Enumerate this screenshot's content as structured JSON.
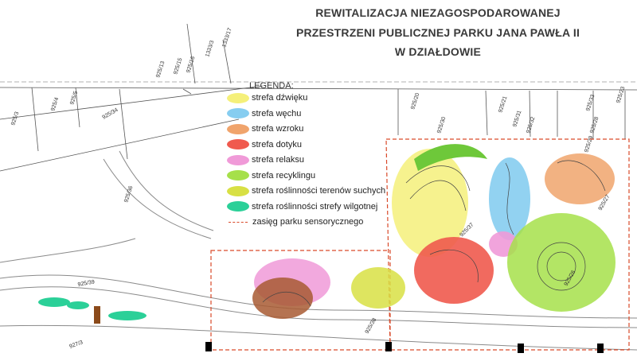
{
  "title": {
    "line1": "REWITALIZACJA NIEZAGOSPODAROWANEJ",
    "line2": "PRZESTRZENI PUBLICZNEJ   PARKU JANA PAWŁA II",
    "line3": "W DZIAŁDOWIE"
  },
  "legend": {
    "title": "LEGENDA:",
    "items": [
      {
        "label": "strefa dźwięku",
        "color": "#f5f07a",
        "kind": "zone"
      },
      {
        "label": "strefa węchu",
        "color": "#86cdf0",
        "kind": "zone"
      },
      {
        "label": "strefa wzroku",
        "color": "#f0a46c",
        "kind": "zone"
      },
      {
        "label": "strefa dotyku",
        "color": "#f05a4e",
        "kind": "zone"
      },
      {
        "label": "strefa relaksu",
        "color": "#f09ad8",
        "kind": "zone"
      },
      {
        "label": "strefa recyklingu",
        "color": "#a6e04a",
        "kind": "zone"
      },
      {
        "label": "strefa roślinności terenów suchych",
        "color": "#d8e044",
        "kind": "zone"
      },
      {
        "label": "strefa roślinności strefy wilgotnej",
        "color": "#2bd098",
        "kind": "zone"
      },
      {
        "label": "zasięg parku sensorycznego",
        "color": "#d94a2a",
        "kind": "line"
      }
    ]
  },
  "parcels": [
    "925/3",
    "925/4",
    "925/5",
    "925/34",
    "925/13",
    "925/15",
    "925/16",
    "1333/3",
    "1333/17",
    "925/20",
    "925/30",
    "925/21",
    "925/31",
    "925/32",
    "925/33",
    "925/23",
    "925/28",
    "925/29",
    "925/27",
    "925/36",
    "925/37",
    "925/39",
    "925/26",
    "925/38",
    "927/3"
  ],
  "colors": {
    "boundary": "#d94a2a",
    "lines": "#555555",
    "paths": "#8a8a8a"
  }
}
